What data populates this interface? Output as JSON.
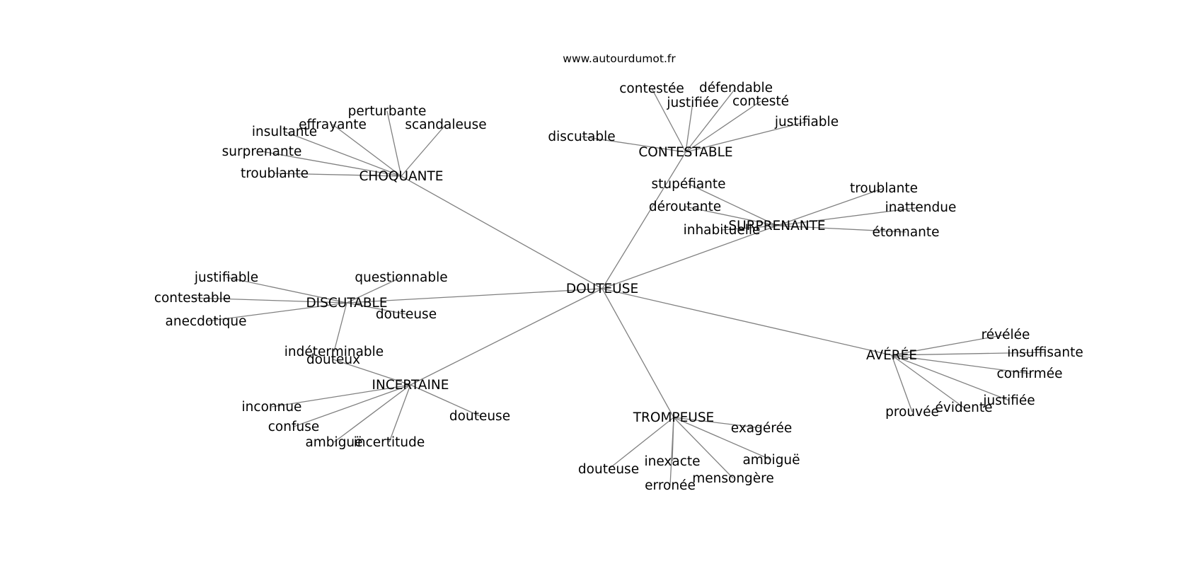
{
  "source": "www.autourdumot.fr",
  "graph": {
    "center": "DOUTEUSE",
    "hubs": [
      {
        "id": "choquante",
        "label": "CHOQUANTE",
        "words": [
          "perturbante",
          "effrayante",
          "scandaleuse",
          "insultante",
          "surprenante",
          "troublante"
        ]
      },
      {
        "id": "contestable",
        "label": "CONTESTABLE",
        "words": [
          "contestée",
          "défendable",
          "justifiée",
          "contesté",
          "justifiable",
          "discutable"
        ]
      },
      {
        "id": "surprenante",
        "label": "SURPRENANTE",
        "words": [
          "stupéfiante",
          "déroutante",
          "inhabituelle",
          "troublante",
          "inattendue",
          "étonnante"
        ]
      },
      {
        "id": "discutable",
        "label": "DISCUTABLE",
        "words": [
          "justifiable",
          "questionnable",
          "contestable",
          "anecdotique",
          "douteuse",
          "indéterminable"
        ]
      },
      {
        "id": "incertaine",
        "label": "INCERTAINE",
        "words": [
          "douteux",
          "inconnue",
          "confuse",
          "ambiguë",
          "incertitude",
          "douteuse"
        ]
      },
      {
        "id": "trompeuse",
        "label": "TROMPEUSE",
        "words": [
          "exagérée",
          "ambiguë",
          "inexacte",
          "mensongère",
          "douteuse",
          "erronée"
        ]
      },
      {
        "id": "averee",
        "label": "AVÉRÉE",
        "words": [
          "révélée",
          "insuffisante",
          "confirmée",
          "justifiée",
          "évidente",
          "prouvée"
        ]
      }
    ]
  }
}
